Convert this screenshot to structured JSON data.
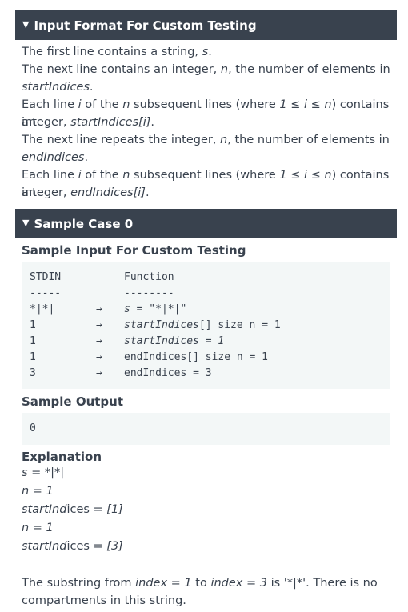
{
  "input_format": {
    "header": "Input Format For Custom Testing",
    "lines": [
      {
        "a": "The first line contains a string, ",
        "b": "s",
        "c": "."
      },
      {
        "a": "The next line contains an integer, ",
        "b": "n",
        "c": ", the number of elements in"
      },
      {
        "b2": "startIndices",
        "c2": "."
      },
      {
        "a": "Each line ",
        "b": "i",
        "c": " of the ",
        "d": "n",
        "e": " subsequent lines (where ",
        "f": "1 ≤ i ≤ n",
        "g": ") contains an"
      },
      {
        "a": "integer, ",
        "b": "startIndices[i]",
        "c": "."
      },
      {
        "a": "The next line repeats the integer, ",
        "b": "n",
        "c": ", the number of elements in"
      },
      {
        "b2": "endIndices",
        "c2": "."
      },
      {
        "a": "Each line ",
        "b": "i",
        "c": " of the ",
        "d": "n",
        "e": " subsequent lines (where ",
        "f": "1 ≤ i ≤ n",
        "g": ") contains an"
      },
      {
        "a": "integer, ",
        "b": "endIndices[i]",
        "c": "."
      }
    ]
  },
  "sample_case": {
    "header": "Sample Case 0",
    "input_title": "Sample Input For Custom Testing",
    "input_rows": [
      {
        "in": "STDIN",
        "arr": "",
        "fn": "Function"
      },
      {
        "in": "-----",
        "arr": "",
        "fn": "--------"
      },
      {
        "in": "*|*|",
        "arr": "→",
        "fn_i": "s",
        "fn": " = \"*|*|\""
      },
      {
        "in": "1",
        "arr": "→",
        "fn_i": "startIndices",
        "fn": "[] size n = 1"
      },
      {
        "in": "1",
        "arr": "→",
        "fn_i": "startIndices = 1",
        "fn": ""
      },
      {
        "in": "1",
        "arr": "→",
        "fn_i": "",
        "fn": "endIndices[] size n = 1"
      },
      {
        "in": "3",
        "arr": "→",
        "fn_i": "",
        "fn": "endIndices = 3"
      }
    ],
    "output_title": "Sample Output",
    "output_value": "0",
    "explanation_title": "Explanation",
    "explanation_lines": [
      {
        "i": "s = *|*|",
        "r": ""
      },
      {
        "i": "n = 1",
        "r": ""
      },
      {
        "i": "startInd",
        "r": "ices = ",
        "i2": "[1]"
      },
      {
        "i": "n = 1",
        "r": ""
      },
      {
        "i": "startInd",
        "r": "ices = ",
        "i2": "[3]"
      }
    ],
    "summary": {
      "a": "The substring from ",
      "b": "index = 1",
      "c": " to ",
      "d": "index = 3",
      "e": " is '*|*'. There is no",
      "f": "compartments in this string."
    }
  }
}
